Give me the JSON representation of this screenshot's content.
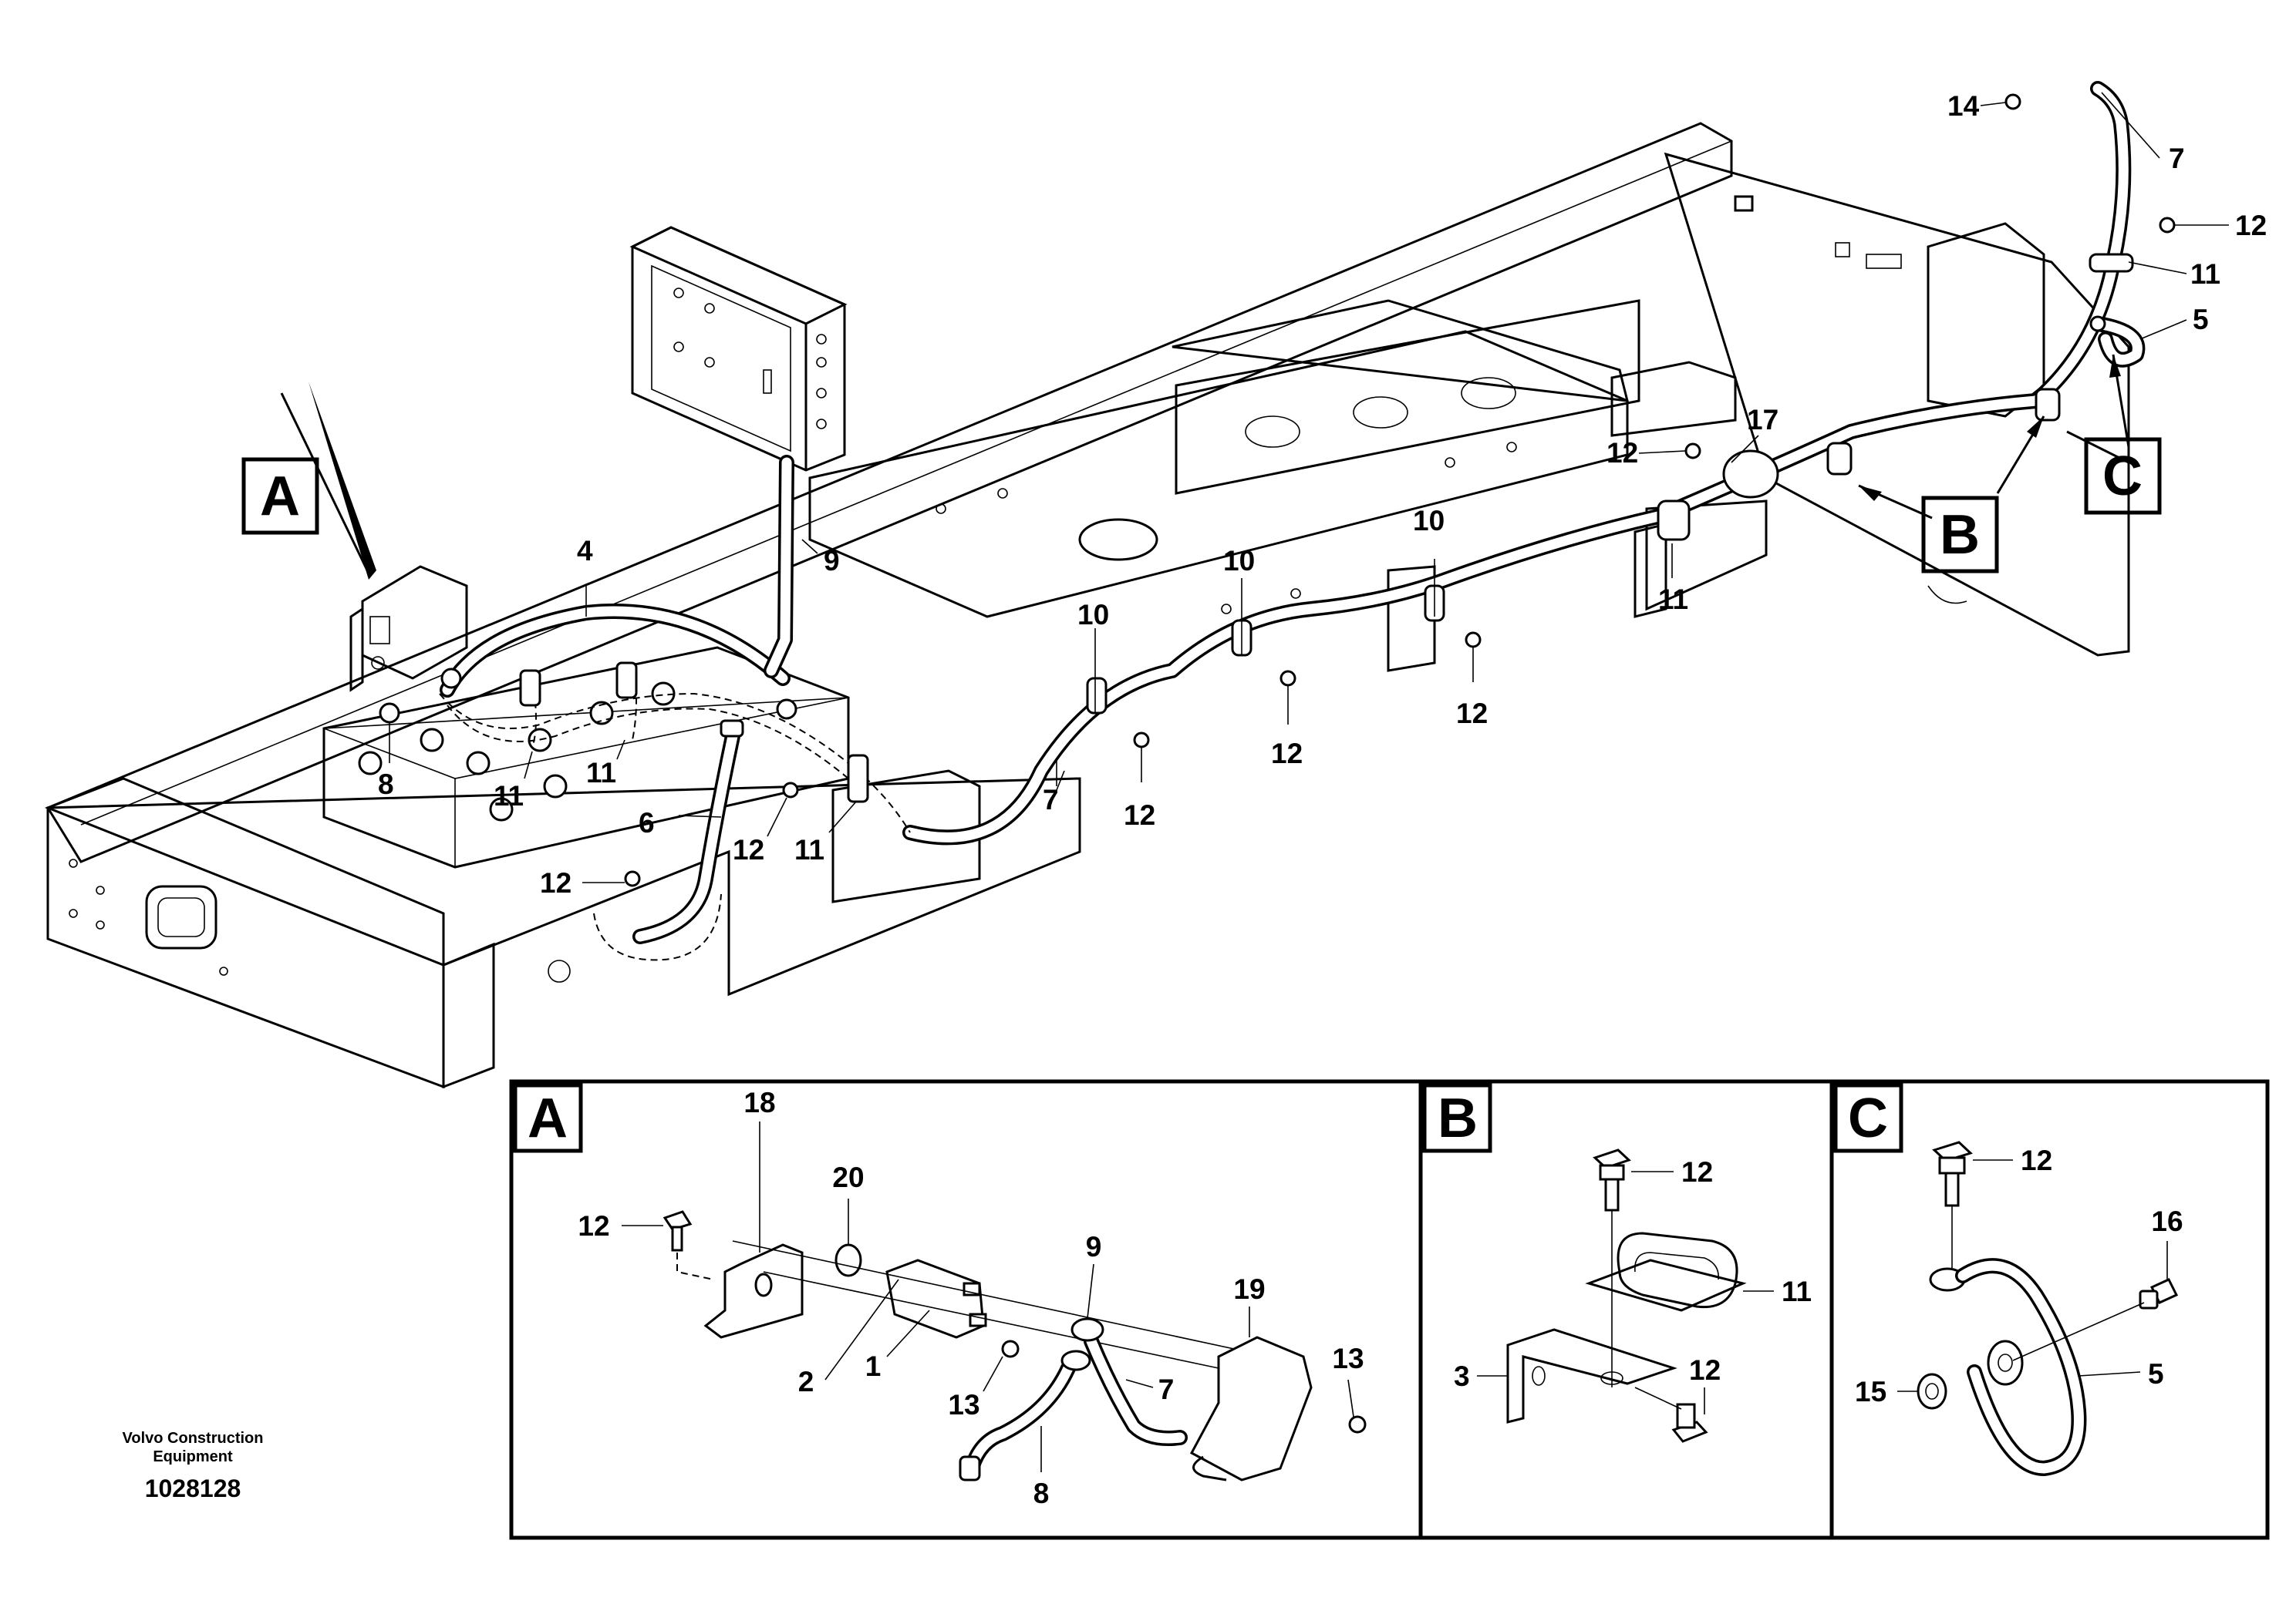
{
  "callouts": {
    "c14": "14",
    "c7_top": "7",
    "c12_top": "12",
    "c11_top": "11",
    "c5_top": "5",
    "c17": "17",
    "c12_mid": "12",
    "c11_mid": "11",
    "c10_a": "10",
    "c10_b": "10",
    "c10_c": "10",
    "c12_a": "12",
    "c12_b": "12",
    "c12_c": "12",
    "c4": "4",
    "c9": "9",
    "c8": "8",
    "c11_l1": "11",
    "c11_l2": "11",
    "c6": "6",
    "c12_l": "12",
    "c12_l2": "12",
    "c11_l3": "11",
    "c7_l": "7"
  },
  "view_letters": {
    "a": "A",
    "b": "B",
    "c": "C"
  },
  "detail_a": {
    "letter": "A",
    "c18": "18",
    "c12": "12",
    "c20": "20",
    "c2": "2",
    "c1": "1",
    "c9": "9",
    "c13a": "13",
    "c7": "7",
    "c8": "8",
    "c19": "19",
    "c13b": "13"
  },
  "detail_b": {
    "letter": "B",
    "c12a": "12",
    "c11": "11",
    "c3": "3",
    "c12b": "12"
  },
  "detail_c": {
    "letter": "C",
    "c12": "12",
    "c16": "16",
    "c15": "15",
    "c5": "5"
  },
  "footer": {
    "brand_line1": "Volvo Construction",
    "brand_line2": "Equipment",
    "doc_number": "1028128"
  }
}
